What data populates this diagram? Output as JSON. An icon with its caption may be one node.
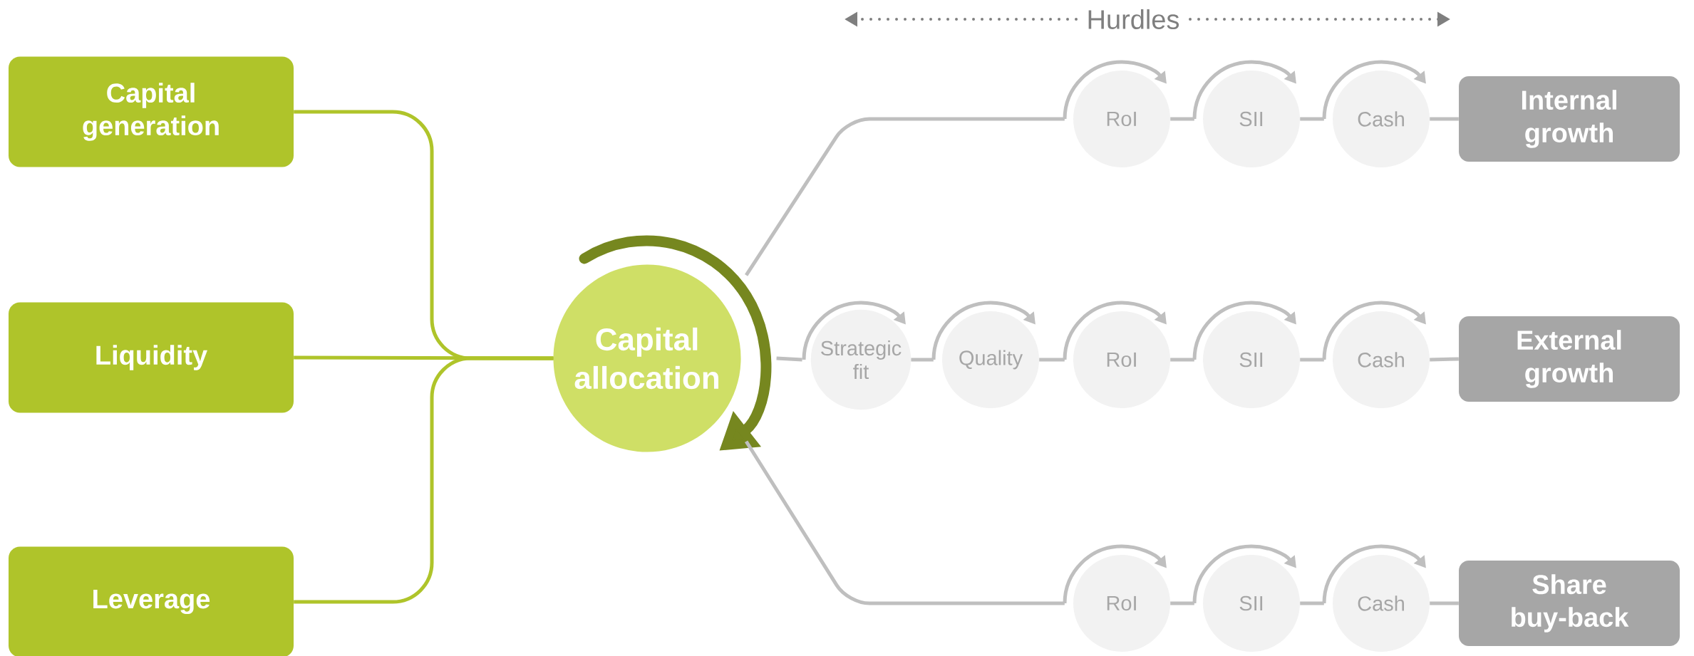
{
  "diagram": {
    "nodes": [
      {
        "text": [
          "Capital generation"
        ]
      },
      {
        "text": [
          "Liquidity"
        ]
      },
      {
        "text": [
          "Leverage"
        ]
      },
      {
        "text": [
          "Capital allocation"
        ]
      },
      {
        "text": [
          "RoI"
        ]
      },
      {
        "text": [
          "SII"
        ]
      },
      {
        "text": [
          "Cash"
        ]
      },
      {
        "text": [
          "Internal growth"
        ]
      },
      {
        "text": [
          "Strategic fit"
        ]
      },
      {
        "text": [
          "Quality"
        ]
      },
      {
        "text": [
          "RoI"
        ]
      },
      {
        "text": [
          "SII"
        ]
      },
      {
        "text": [
          "Cash"
        ]
      },
      {
        "text": [
          "External growth"
        ]
      },
      {
        "text": [
          "RoI"
        ]
      },
      {
        "text": [
          "SII"
        ]
      },
      {
        "text": [
          "Cash"
        ]
      },
      {
        "text": [
          "Share buy-back"
        ]
      }
    ],
    "edges": [
      {
        "from": 0,
        "to": 3,
        "arrow": "none",
        "color": "#afc42a"
      },
      {
        "from": 1,
        "to": 3,
        "arrow": "none",
        "color": "#afc42a"
      },
      {
        "from": 2,
        "to": 3,
        "arrow": "none",
        "color": "#afc42a"
      },
      {
        "from": 3,
        "to": 4,
        "arrow": "none"
      },
      {
        "from": 4,
        "to": 5,
        "arrow": "none"
      },
      {
        "from": 5,
        "to": 6,
        "arrow": "none"
      },
      {
        "from": 6,
        "to": 7,
        "arrow": "none"
      },
      {
        "from": 3,
        "to": 8,
        "arrow": "none"
      },
      {
        "from": 8,
        "to": 9,
        "arrow": "none"
      },
      {
        "from": 9,
        "to": 10,
        "arrow": "none"
      },
      {
        "from": 10,
        "to": 11,
        "arrow": "none"
      },
      {
        "from": 11,
        "to": 12,
        "arrow": "none"
      },
      {
        "from": 12,
        "to": 13,
        "arrow": "none"
      },
      {
        "from": 3,
        "to": 14,
        "arrow": "none"
      },
      {
        "from": 14,
        "to": 15,
        "arrow": "none"
      },
      {
        "from": 15,
        "to": 16,
        "arrow": "none"
      },
      {
        "from": 16,
        "to": 17,
        "arrow": "none"
      }
    ],
    "labels": [
      "Hurdles"
    ]
  }
}
